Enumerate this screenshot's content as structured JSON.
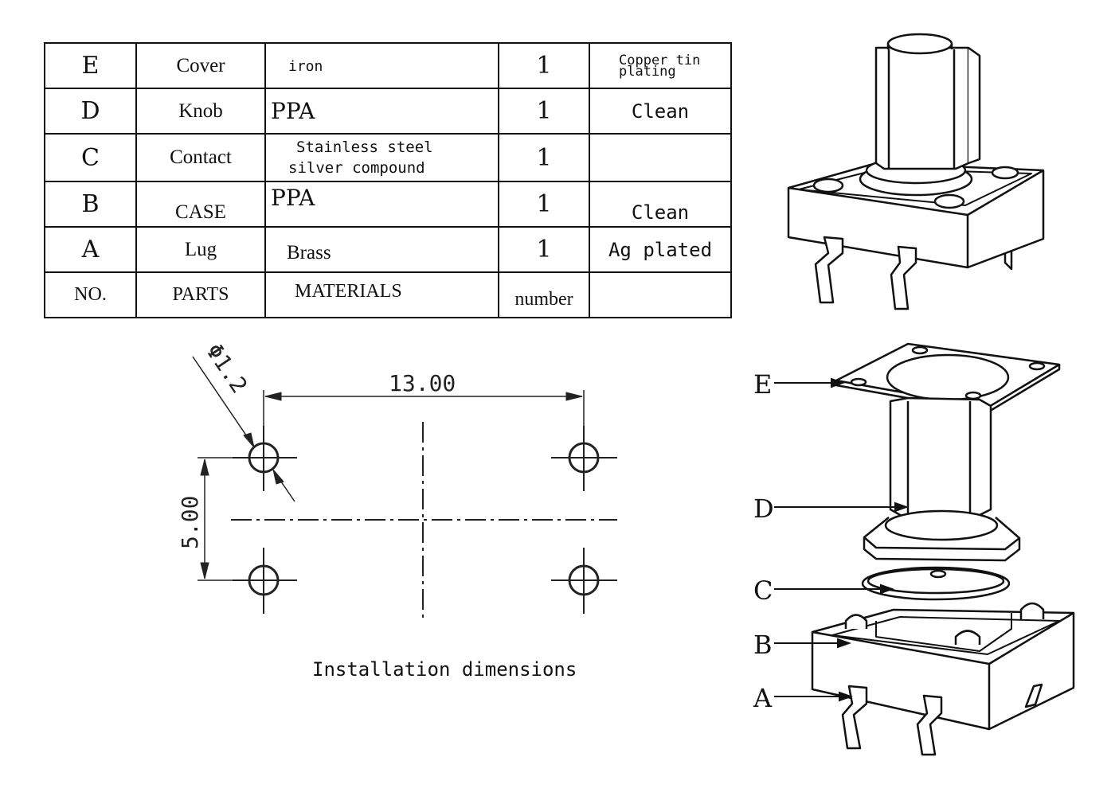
{
  "table": {
    "rows": [
      {
        "no": "E",
        "part": "Cover",
        "material": "iron",
        "number": "1",
        "finish": "Copper tin plating"
      },
      {
        "no": "D",
        "part": "Knob",
        "material": "PPA",
        "number": "1",
        "finish": "Clean"
      },
      {
        "no": "C",
        "part": "Contact",
        "material_line1": "Stainless steel",
        "material_line2": "silver compound",
        "number": "1",
        "finish": ""
      },
      {
        "no": "B",
        "part": "CASE",
        "material": "PPA",
        "number": "1",
        "finish": "Clean"
      },
      {
        "no": "A",
        "part": "Lug",
        "material": "Brass",
        "number": "1",
        "finish": "Ag plated"
      }
    ],
    "header": {
      "no": "NO.",
      "part": "PARTS",
      "material": "MATERIALS",
      "number": "number",
      "finish": ""
    }
  },
  "dimensions": {
    "hole_diameter": "Φ1.2",
    "horizontal_spacing": "13.00",
    "vertical_spacing": "5.00"
  },
  "caption": "Installation dimensions",
  "exploded_labels": [
    "E",
    "D",
    "C",
    "B",
    "A"
  ]
}
